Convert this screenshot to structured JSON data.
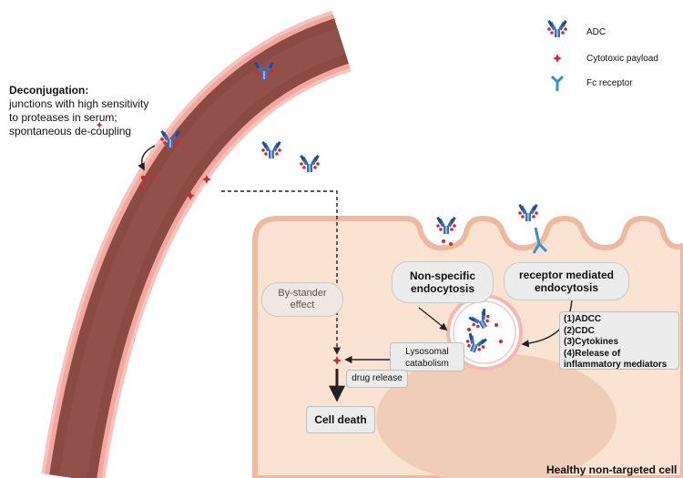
{
  "deconjugation": {
    "title": "Deconjugation:",
    "lines": [
      "junctions with high sensitivity",
      "to proteases in serum;",
      "spontaneous de-coupling"
    ]
  },
  "legend": [
    {
      "icon": "adc-icon",
      "label": "ADC"
    },
    {
      "icon": "cytotoxic-payload-icon",
      "label": "Cytotoxic payload"
    },
    {
      "icon": "fc-receptor-icon",
      "label": "Fc receptor"
    }
  ],
  "labels": {
    "nonspecific": [
      "Non-specific",
      "endocytosis"
    ],
    "receptor": [
      "receptor mediated",
      "endocytosis"
    ],
    "bystander": [
      "By-stander",
      "effect"
    ],
    "effector": [
      "(1)ADCC",
      "(2)CDC",
      "(3)Cytokines",
      "(4)Release of",
      "inflammatory mediators"
    ],
    "lysosomal": [
      "Lysosomal",
      "catabolism"
    ],
    "drug_release": "drug release",
    "cell_death": "Cell death",
    "healthy_cell": "Healthy non-targeted cell"
  },
  "colors": {
    "vessel_wall": "#8b4a44",
    "vessel_edge": "#f2a7a0",
    "cell_fill": "#fbe3d3",
    "cell_border": "#efb9a0",
    "nucleus": "#efcdb8",
    "payload": "#d7262f",
    "adc": "#3a6fb5"
  }
}
